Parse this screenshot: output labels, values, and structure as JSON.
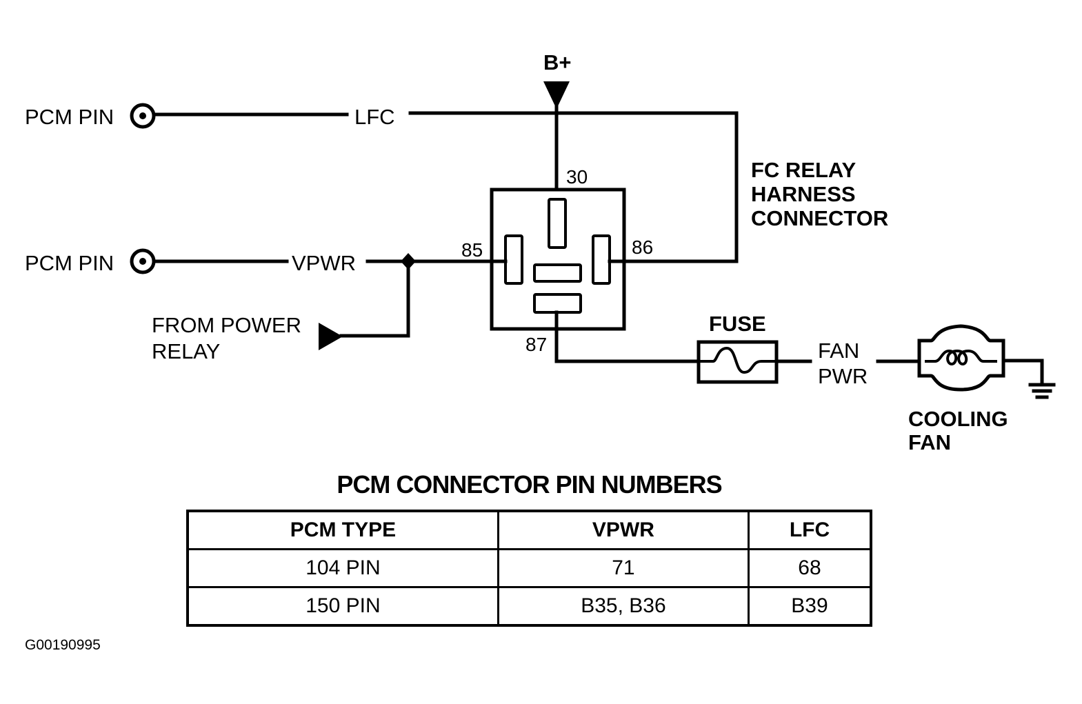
{
  "diagram": {
    "labels": {
      "b_plus": "B+",
      "pcm_pin_top": "PCM PIN",
      "pcm_pin_bottom": "PCM PIN",
      "lfc": "LFC",
      "vpwr": "VPWR",
      "from_power_relay_line1": "FROM POWER",
      "from_power_relay_line2": "RELAY",
      "relay_title_line1": "FC RELAY",
      "relay_title_line2": "HARNESS",
      "relay_title_line3": "CONNECTOR",
      "terminal_30": "30",
      "terminal_85": "85",
      "terminal_86": "86",
      "terminal_87": "87",
      "fuse": "FUSE",
      "fan_pwr_line1": "FAN",
      "fan_pwr_line2": "PWR",
      "cooling_fan_line1": "COOLING",
      "cooling_fan_line2": "FAN"
    },
    "icons": [
      "pcm-pin-connector-icon",
      "battery-feed-arrow-icon",
      "power-relay-arrow-icon",
      "splice-dot-icon",
      "relay-connector-icon",
      "fuse-icon",
      "motor-icon",
      "ground-icon"
    ]
  },
  "table": {
    "title": "PCM CONNECTOR PIN NUMBERS",
    "headers": [
      "PCM TYPE",
      "VPWR",
      "LFC"
    ],
    "rows": [
      [
        "104 PIN",
        "71",
        "68"
      ],
      [
        "150 PIN",
        "B35, B36",
        "B39"
      ]
    ]
  },
  "figure_id": "G00190995"
}
